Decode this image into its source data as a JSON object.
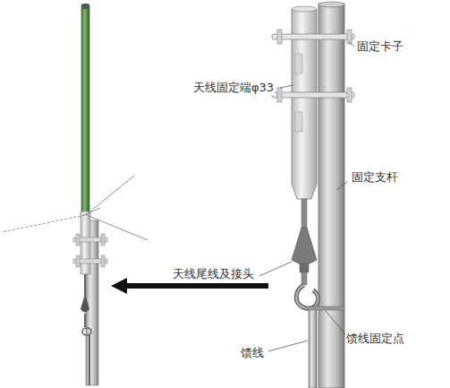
{
  "diagram": {
    "labels": [
      "固定卡子",
      "天线固定端φ33",
      "固定支杆",
      "天线尾线及接头",
      "馈线",
      "馈线固定点"
    ]
  }
}
